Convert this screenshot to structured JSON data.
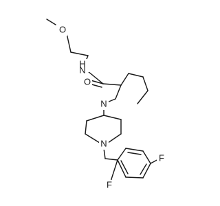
{
  "atom_labels": {
    "ether_oxygen": "O",
    "amide_nitrogen": "N",
    "amide_hydrogen": "H",
    "carbonyl_oxygen": "O",
    "piperidine_nitrogen_upper": "N",
    "piperidine_nitrogen_lower": "N",
    "fluorine_upper": "F",
    "fluorine_lower": "F"
  },
  "colors": {
    "bond": "#1a1a1a",
    "text": "#1a1a1a",
    "background": "#ffffff"
  }
}
